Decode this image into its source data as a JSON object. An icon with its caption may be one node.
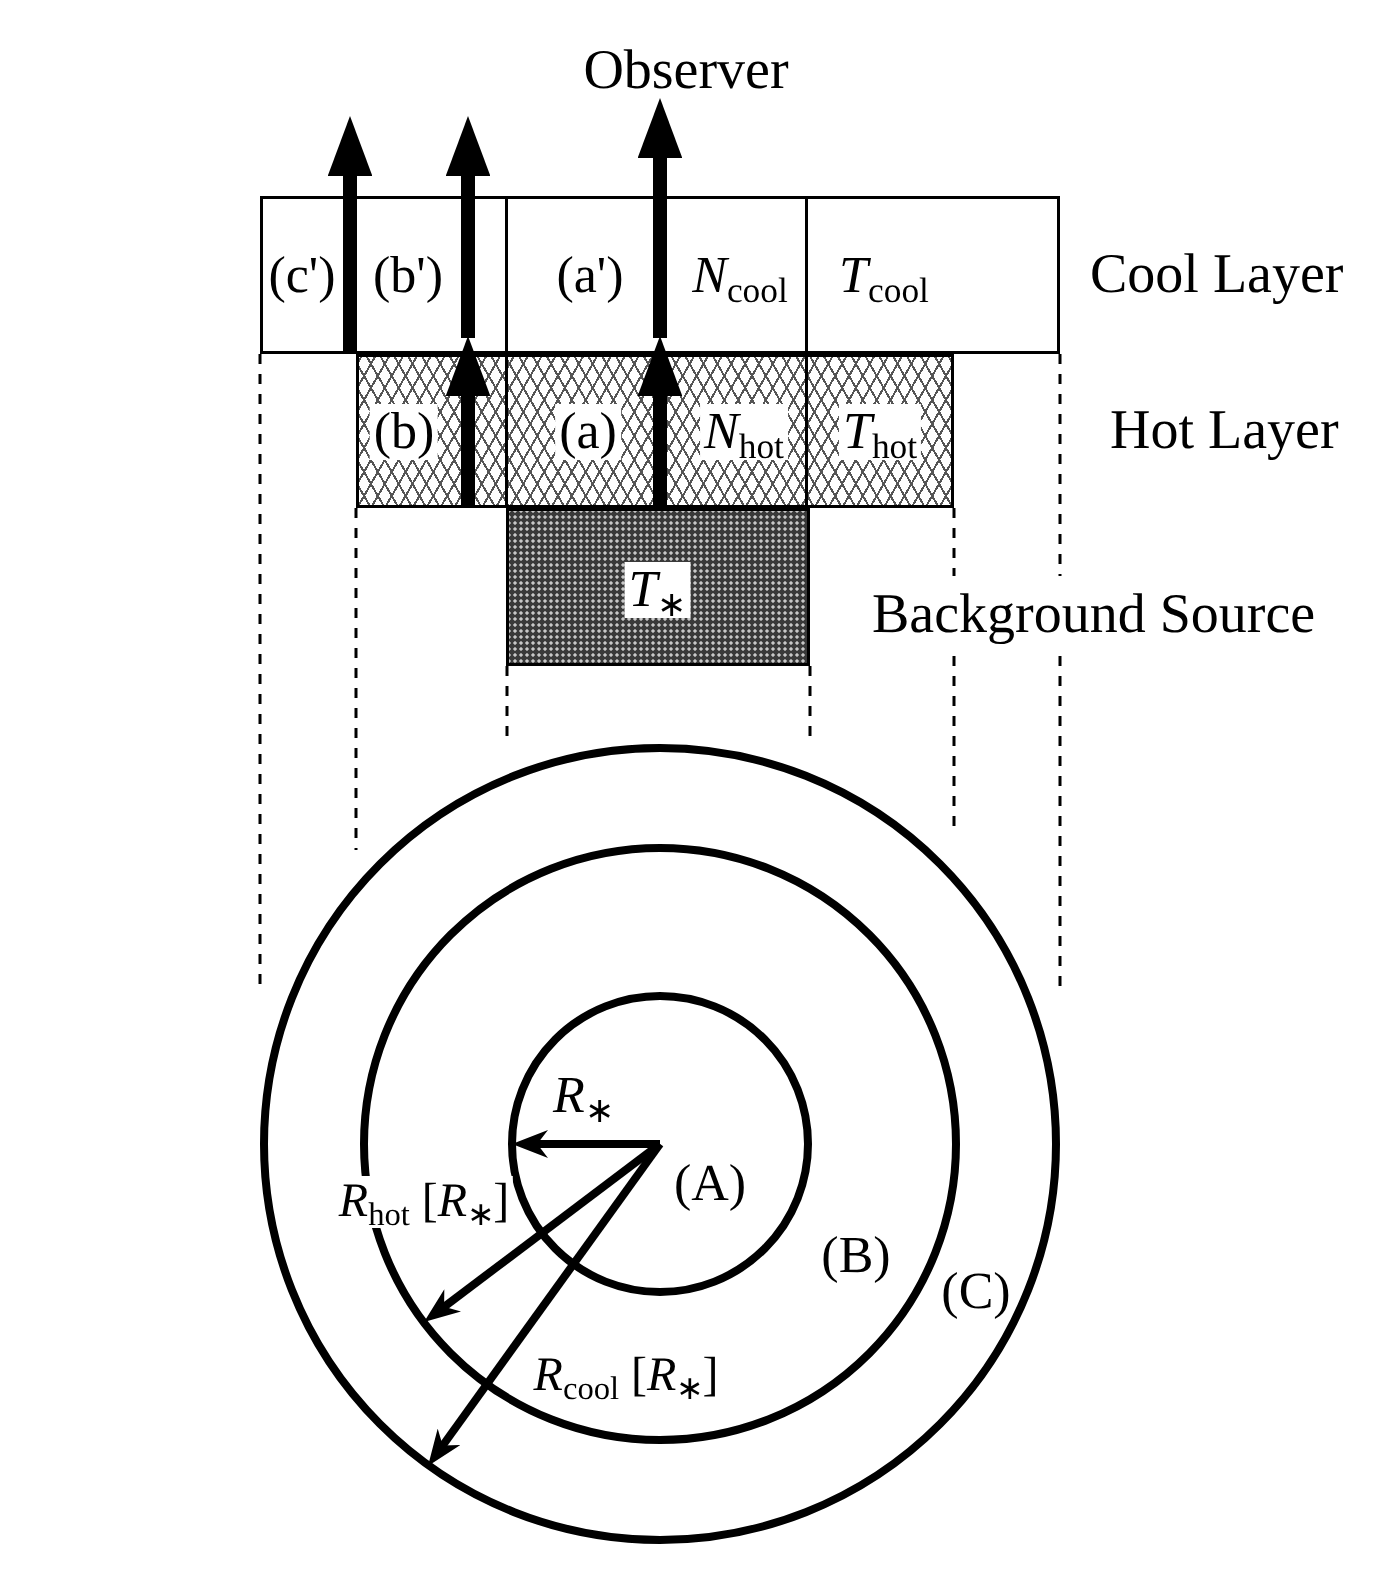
{
  "diagram": {
    "nodes": [
      {
        "text": [
          "Observer"
        ]
      },
      {
        "text": [],
        "shape": "box",
        "beside": [
          "Cool Layer"
        ]
      },
      {
        "text": [
          "(c')",
          "(b')"
        ],
        "in": 1
      },
      {
        "text": [
          "(a')",
          "*N*$_{cool}$"
        ],
        "in": 1
      },
      {
        "text": [
          "*T*$_{cool}$"
        ],
        "in": 1
      },
      {
        "text": [],
        "shape": "box"
      },
      {
        "text": [
          "(b)"
        ],
        "in": 5
      },
      {
        "text": [
          "(a)",
          "*N*$_{hot}$"
        ],
        "in": 5
      },
      {
        "text": [
          "*T*$_{hot}$"
        ],
        "in": 5
      },
      {
        "text": [
          "*T*$_{∗}$"
        ],
        "beside": [
          "Background Source"
        ]
      },
      {
        "text": [
          "(C)"
        ]
      },
      {
        "text": [
          "(B)"
        ],
        "in": 10
      },
      {
        "text": [
          "(A)"
        ],
        "in": 11
      }
    ],
    "edges": [
      {
        "from": 2,
        "to": null,
        "arrow": "to"
      },
      {
        "from": 2,
        "to": null,
        "arrow": "to"
      },
      {
        "from": 3,
        "to": 0,
        "arrow": "to"
      },
      {
        "from": 6,
        "to": 2,
        "arrow": "to"
      },
      {
        "from": 7,
        "to": 3,
        "arrow": "to"
      }
    ],
    "labels": [
      "Hot Layer",
      "*R*$_{∗}$",
      "*R*$_{hot}$ [*R*$_{∗}$]",
      "*R*$_{cool}$ [*R*$_{∗}$]"
    ]
  }
}
